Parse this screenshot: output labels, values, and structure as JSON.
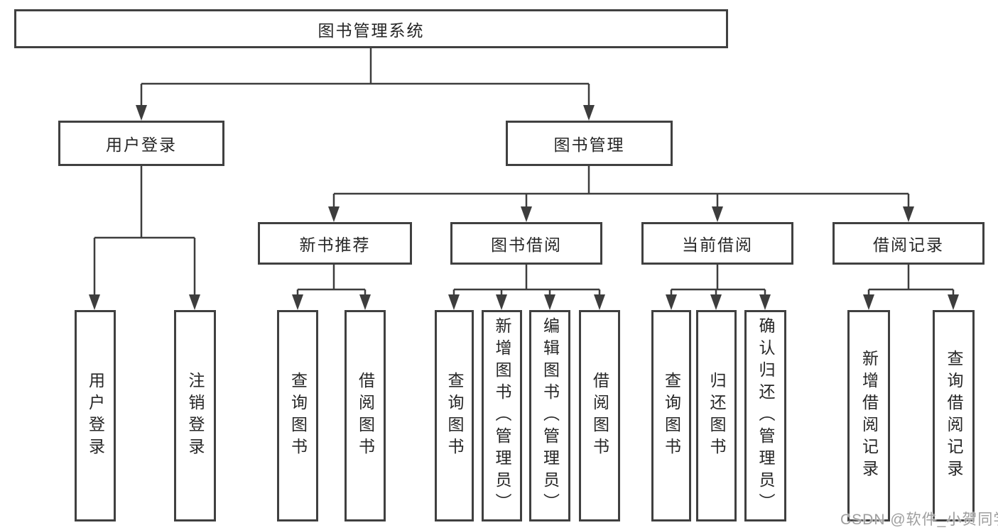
{
  "diagram_type": "hierarchy-tree",
  "tree": {
    "root": {
      "label": "图书管理系统"
    },
    "branches": [
      {
        "label": "用户登录",
        "children": [
          {
            "label": "用户登录"
          },
          {
            "label": "注销登录"
          }
        ]
      },
      {
        "label": "图书管理",
        "children": [
          {
            "label": "新书推荐",
            "children": [
              {
                "label": "查询图书"
              },
              {
                "label": "借阅图书"
              }
            ]
          },
          {
            "label": "图书借阅",
            "children": [
              {
                "label": "查询图书"
              },
              {
                "label": "新增图书（管理员）"
              },
              {
                "label": "编辑图书（管理员）"
              },
              {
                "label": "借阅图书"
              }
            ]
          },
          {
            "label": "当前借阅",
            "children": [
              {
                "label": "查询图书"
              },
              {
                "label": "归还图书"
              },
              {
                "label": "确认归还（管理员）"
              }
            ]
          },
          {
            "label": "借阅记录",
            "children": [
              {
                "label": "新增借阅记录"
              },
              {
                "label": "查询借阅记录"
              }
            ]
          }
        ]
      }
    ]
  },
  "watermark": {
    "text": "CSDN @软件_小贺同学"
  },
  "colors": {
    "line": "#3d3d3d",
    "border": "#404040",
    "text": "#262626",
    "watermark": "#9e9e9e",
    "background": "#ffffff"
  }
}
